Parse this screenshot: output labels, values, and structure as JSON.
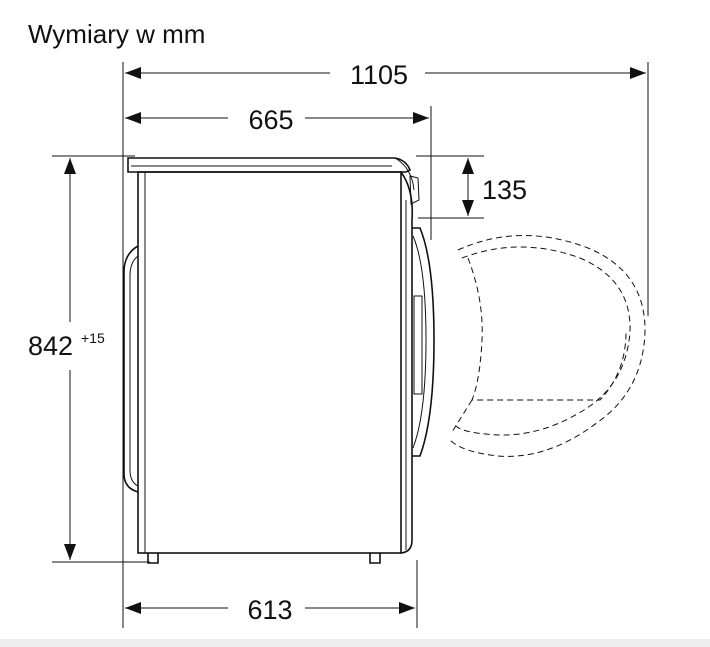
{
  "title": "Wymiary w mm",
  "dimensions": {
    "total_depth": "1105",
    "body_depth": "665",
    "top_offset": "135",
    "height": "842",
    "height_tolerance": "+15",
    "base_depth": "613"
  },
  "colors": {
    "ink": "#111111",
    "background": "#ffffff",
    "strip": "#eeeeee"
  }
}
